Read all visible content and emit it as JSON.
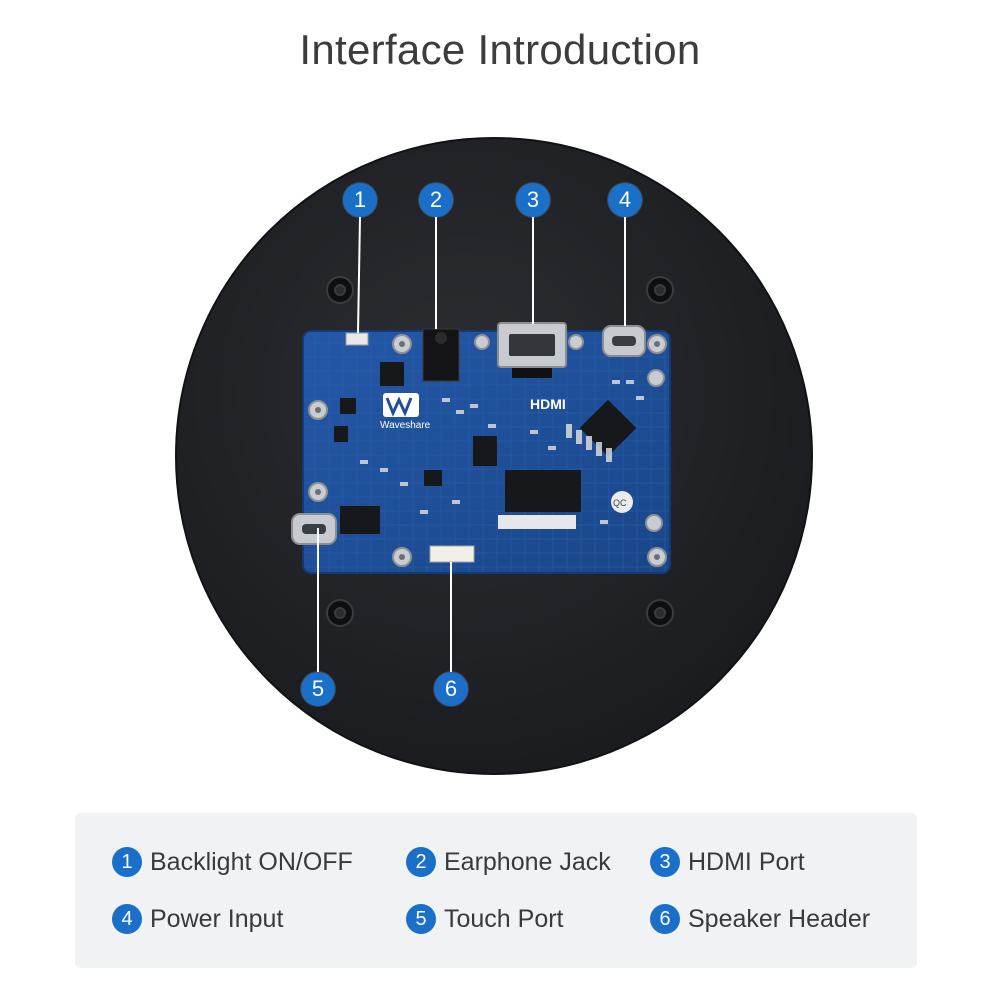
{
  "title": "Interface Introduction",
  "board": {
    "brand": "Waveshare",
    "hdmi_silk": "HDMI",
    "qc_label": "QC"
  },
  "callouts": [
    {
      "number": "1",
      "label": "Backlight ON/OFF"
    },
    {
      "number": "2",
      "label": "Earphone Jack"
    },
    {
      "number": "3",
      "label": "HDMI Port"
    },
    {
      "number": "4",
      "label": "Power Input"
    },
    {
      "number": "5",
      "label": "Touch Port"
    },
    {
      "number": "6",
      "label": "Speaker Header"
    }
  ],
  "colors": {
    "badge": "#1a6fc9",
    "disc": "#25272b",
    "pcb": "#1f4f9c",
    "legend_bg": "#f0f2f4"
  }
}
